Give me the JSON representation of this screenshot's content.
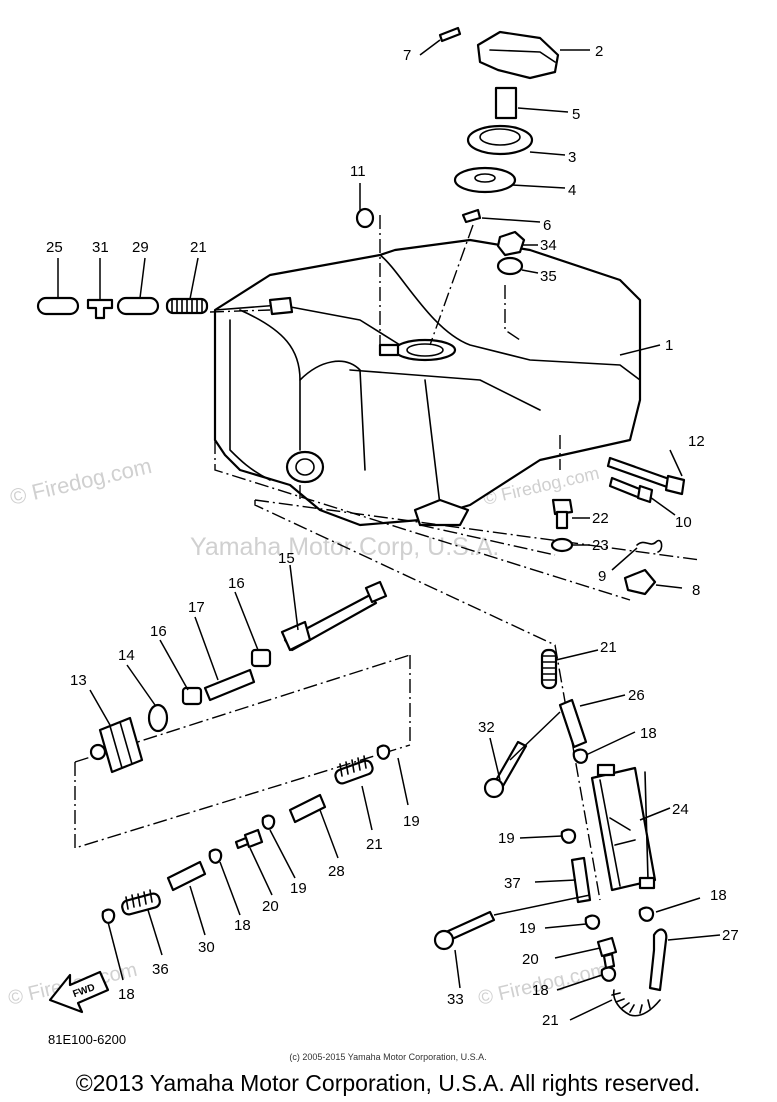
{
  "labels": [
    {
      "id": "p7",
      "text": "7"
    },
    {
      "id": "p2",
      "text": "2"
    },
    {
      "id": "p5",
      "text": "5"
    },
    {
      "id": "p3",
      "text": "3"
    },
    {
      "id": "p4",
      "text": "4"
    },
    {
      "id": "p6",
      "text": "6"
    },
    {
      "id": "p11",
      "text": "11"
    },
    {
      "id": "p34",
      "text": "34"
    },
    {
      "id": "p35",
      "text": "35"
    },
    {
      "id": "p25",
      "text": "25"
    },
    {
      "id": "p31",
      "text": "31"
    },
    {
      "id": "p29",
      "text": "29"
    },
    {
      "id": "p21a",
      "text": "21"
    },
    {
      "id": "p1",
      "text": "1"
    },
    {
      "id": "p12",
      "text": "12"
    },
    {
      "id": "p10",
      "text": "10"
    },
    {
      "id": "p22",
      "text": "22"
    },
    {
      "id": "p23",
      "text": "23"
    },
    {
      "id": "p9",
      "text": "9"
    },
    {
      "id": "p8",
      "text": "8"
    },
    {
      "id": "p15",
      "text": "15"
    },
    {
      "id": "p16a",
      "text": "16"
    },
    {
      "id": "p17",
      "text": "17"
    },
    {
      "id": "p16b",
      "text": "16"
    },
    {
      "id": "p14",
      "text": "14"
    },
    {
      "id": "p13",
      "text": "13"
    },
    {
      "id": "p21b",
      "text": "21"
    },
    {
      "id": "p26",
      "text": "26"
    },
    {
      "id": "p32",
      "text": "32"
    },
    {
      "id": "p18a",
      "text": "18"
    },
    {
      "id": "p24",
      "text": "24"
    },
    {
      "id": "p19a",
      "text": "19"
    },
    {
      "id": "p19b",
      "text": "19"
    },
    {
      "id": "p21c",
      "text": "21"
    },
    {
      "id": "p28",
      "text": "28"
    },
    {
      "id": "p19c",
      "text": "19"
    },
    {
      "id": "p20a",
      "text": "20"
    },
    {
      "id": "p18b",
      "text": "18"
    },
    {
      "id": "p30",
      "text": "30"
    },
    {
      "id": "p36",
      "text": "36"
    },
    {
      "id": "p18c",
      "text": "18"
    },
    {
      "id": "p37",
      "text": "37"
    },
    {
      "id": "p18d",
      "text": "18"
    },
    {
      "id": "p19d",
      "text": "19"
    },
    {
      "id": "p27",
      "text": "27"
    },
    {
      "id": "p20b",
      "text": "20"
    },
    {
      "id": "p33",
      "text": "33"
    },
    {
      "id": "p18e",
      "text": "18"
    },
    {
      "id": "p21d",
      "text": "21"
    }
  ],
  "fwd_label": "FWD",
  "diagram_code": "81E100-6200",
  "watermarks": {
    "firedog_main": "© Firedog.com",
    "yamaha": "Yamaha Motor Corp, U.S.A.",
    "firedog_small": "© Firedog.com"
  },
  "copyright_small": "(c) 2005-2015 Yamaha Motor Corporation, U.S.A.",
  "copyright_main": "©2013 Yamaha Motor Corporation, U.S.A. All rights reserved."
}
